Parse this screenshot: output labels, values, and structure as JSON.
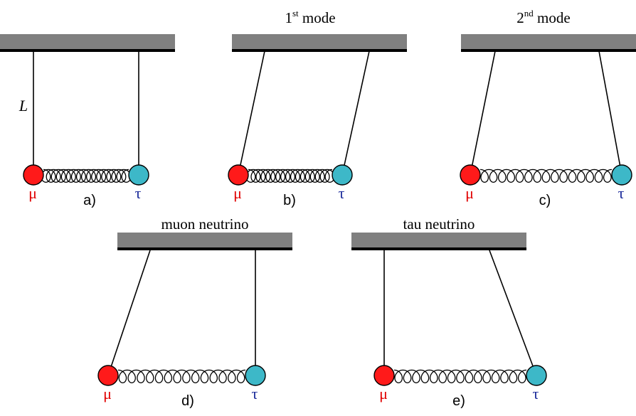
{
  "diagram": {
    "colors": {
      "mu_ball": "#ff1a1a",
      "tau_ball": "#3db8c8",
      "mu_label": "#e00000",
      "tau_label": "#1a2a9a",
      "ceiling_fill": "#808080",
      "ceiling_edge": "#000000",
      "string": "#000000",
      "spring": "#000000"
    },
    "labels": {
      "mu": "μ",
      "tau": "τ",
      "length": "L"
    },
    "panels": [
      {
        "id": "a",
        "caption": "a)",
        "title": "",
        "title_sup": "",
        "title_rest": ""
      },
      {
        "id": "b",
        "caption": "b)",
        "title": "1",
        "title_sup": "st",
        "title_rest": " mode"
      },
      {
        "id": "c",
        "caption": "c)",
        "title": "2",
        "title_sup": "nd",
        "title_rest": " mode"
      },
      {
        "id": "d",
        "caption": "d)",
        "title": "muon neutrino",
        "title_sup": "",
        "title_rest": ""
      },
      {
        "id": "e",
        "caption": "e)",
        "title": "tau neutrino",
        "title_sup": "",
        "title_rest": ""
      }
    ]
  }
}
